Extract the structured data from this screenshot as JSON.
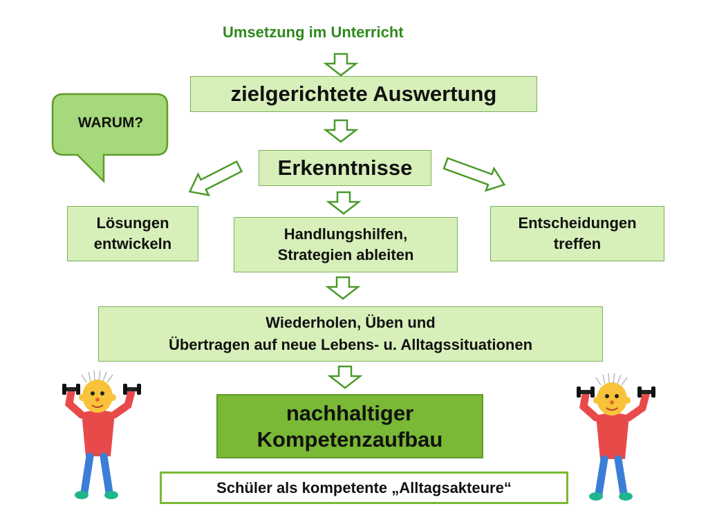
{
  "diagram": {
    "header": "Umsetzung im Unterricht",
    "question_bubble": "WARUM?",
    "step_evaluation": "zielgerichtete Auswertung",
    "step_insights": "Erkenntnisse",
    "branch_left": [
      "Lösungen",
      "entwickeln"
    ],
    "branch_middle": [
      "Handlungshilfen,",
      "Strategien ableiten"
    ],
    "branch_right": [
      "Entscheidungen",
      "treffen"
    ],
    "step_practice": [
      "Wiederholen, Üben und",
      "Übertragen auf neue Lebens- u. Alltagssituationen"
    ],
    "goal": [
      "nachhaltiger",
      "Kompetenzaufbau"
    ],
    "result": "Schüler als kompetente „Alltagsakteure“"
  },
  "colors": {
    "title_green": "#2f8a1c",
    "box_light": "#d7efb9",
    "box_dark": "#79b935",
    "arrow_stroke": "#4a9a2a"
  },
  "icons": [
    "down-arrow-icon",
    "diagonal-arrow-icon",
    "speech-bubble",
    "student-with-dumbbells-figure"
  ]
}
